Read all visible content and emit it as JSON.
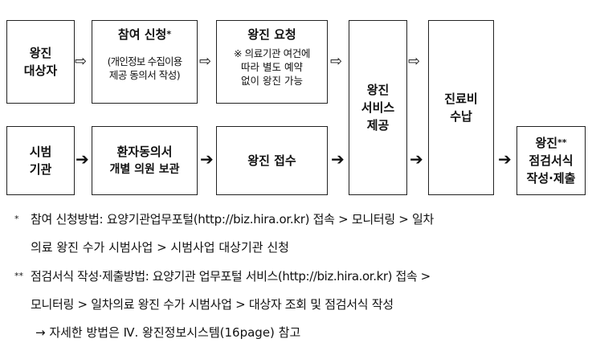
{
  "boxes": {
    "target": {
      "l1": "왕진",
      "l2": "대상자"
    },
    "apply": {
      "title": "참여 신청",
      "star": "*",
      "l1": "(개인정보 수집이용",
      "l2": "제공 동의서 작성)"
    },
    "request": {
      "title": "왕진 요청",
      "l1": "※ 의료기관 여건에",
      "l2": "따라 별도 예약",
      "l3": "없이 왕진 가능"
    },
    "service": {
      "l1": "왕진",
      "l2": "서비스",
      "l3": "제공"
    },
    "payment": {
      "l1": "진료비",
      "l2": "수납"
    },
    "check": {
      "l1": "왕진",
      "star": "**",
      "l2": "점검서식",
      "l3": "작성·제출"
    },
    "institution": {
      "l1": "시범",
      "l2": "기관"
    },
    "consent": {
      "l1": "환자동의서",
      "l2": "개별 의원 보관"
    },
    "receive": {
      "l1": "왕진 접수"
    }
  },
  "arrows": {
    "outline": "⇨",
    "filled": "➔"
  },
  "notes": {
    "n1_mark": "*",
    "n1_line1": "참여 신청방법: 요양기관업무포털(http://biz.hira.or.kr) 접속 > 모니터링 > 일차",
    "n1_line2": "의료 왕진 수가 시범사업 > 시범사업 대상기관 신청",
    "n2_mark": "**",
    "n2_line1": "점검서식 작성·제출방법: 요양기관 업무포털 서비스(http://biz.hira.or.kr) 접속 >",
    "n2_line2": "모니터링 > 일차의료 왕진 수가 시범사업 > 대상자 조회 및 점검서식 작성",
    "n3": "→ 자세한 방법은 Ⅳ. 왕진정보시스템(16page) 참고"
  }
}
